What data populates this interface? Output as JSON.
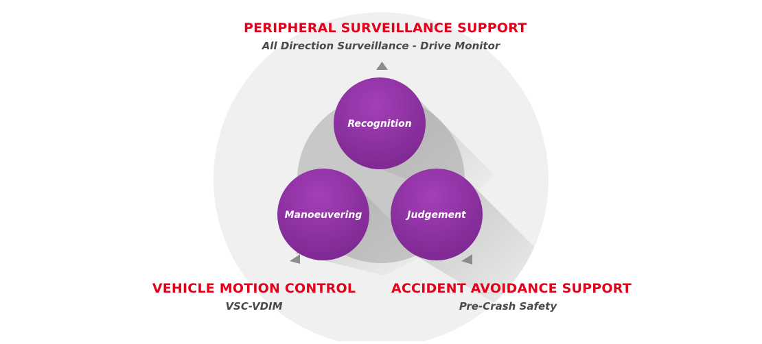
{
  "nodes": {
    "recognition": "Recognition",
    "judgement": "Judgement",
    "manoeuvering": "Manoeuvering"
  },
  "labels": {
    "top": {
      "title": "PERIPHERAL SURVEILLANCE SUPPORT",
      "subtitle": "All Direction Surveillance - Drive Monitor"
    },
    "left": {
      "title": "VEHICLE MOTION CONTROL",
      "subtitle": "VSC-VDIM"
    },
    "right": {
      "title": "ACCIDENT AVOIDANCE SUPPORT",
      "subtitle": "Pre-Crash Safety"
    }
  },
  "colors": {
    "heading": "#e3001b",
    "subheading": "#4a4a4a",
    "node_fill": "#8e2f9f",
    "outer_circle": "#f0f0f0",
    "inner_circle": "#c8c8c8",
    "arrow": "#8c8c8c"
  }
}
